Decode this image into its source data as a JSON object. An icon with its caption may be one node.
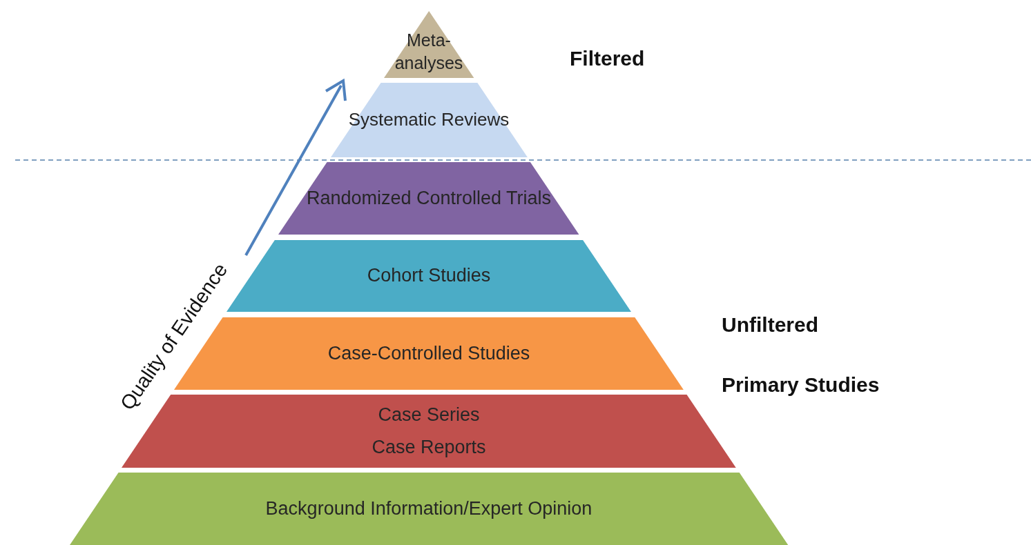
{
  "diagram": {
    "nodes": [
      {
        "text": [
          "Meta-analyses"
        ]
      },
      {
        "text": [
          "Systematic Reviews"
        ]
      },
      {
        "text": [
          "Randomized Controlled Trials"
        ]
      },
      {
        "text": [
          "Cohort Studies"
        ]
      },
      {
        "text": [
          "Case-Controlled Studies"
        ]
      },
      {
        "text": [
          "Case Series",
          "Case Reports"
        ]
      },
      {
        "text": [
          "Background Information/Expert Opinion"
        ]
      }
    ],
    "labels": [
      "Filtered",
      "Quality of Evidence",
      "Unfiltered",
      "Primary Studies"
    ]
  }
}
